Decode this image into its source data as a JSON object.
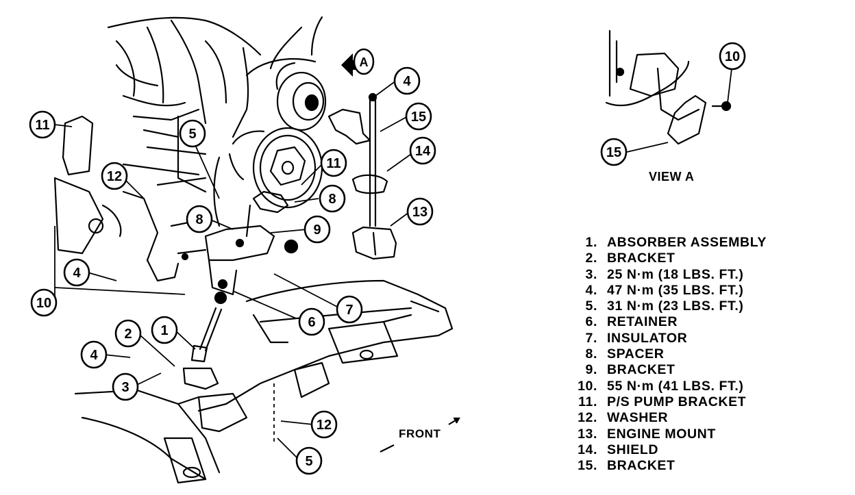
{
  "view_label": "VIEW A",
  "view_marker": "A",
  "front_label": "FRONT",
  "callouts": [
    "11",
    "12",
    "5",
    "8",
    "4",
    "10",
    "2",
    "1",
    "4",
    "3",
    "4",
    "15",
    "14",
    "11",
    "8",
    "9",
    "13",
    "7",
    "6",
    "12",
    "5",
    "10",
    "15"
  ],
  "legend": [
    {
      "num": "1.",
      "label": "ABSORBER ASSEMBLY"
    },
    {
      "num": "2.",
      "label": "BRACKET"
    },
    {
      "num": "3.",
      "label": "25 N·m (18 LBS. FT.)"
    },
    {
      "num": "4.",
      "label": "47 N·m (35 LBS. FT.)"
    },
    {
      "num": "5.",
      "label": "31 N·m (23 LBS. FT.)"
    },
    {
      "num": "6.",
      "label": "RETAINER"
    },
    {
      "num": "7.",
      "label": "INSULATOR"
    },
    {
      "num": "8.",
      "label": "SPACER"
    },
    {
      "num": "9.",
      "label": "BRACKET"
    },
    {
      "num": "10.",
      "label": "55 N·m (41 LBS. FT.)"
    },
    {
      "num": "11.",
      "label": "P/S PUMP BRACKET"
    },
    {
      "num": "12.",
      "label": "WASHER"
    },
    {
      "num": "13.",
      "label": "ENGINE MOUNT"
    },
    {
      "num": "14.",
      "label": "SHIELD"
    },
    {
      "num": "15.",
      "label": "BRACKET"
    }
  ]
}
